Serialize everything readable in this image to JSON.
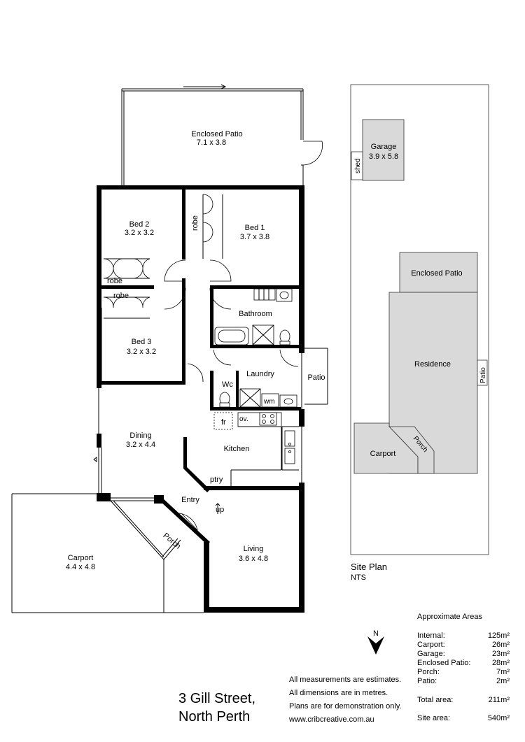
{
  "rooms": {
    "enclosed_patio": {
      "name": "Enclosed Patio",
      "dims": "7.1 x 3.8"
    },
    "bed2": {
      "name": "Bed 2",
      "dims": "3.2 x 3.2"
    },
    "bed1": {
      "name": "Bed 1",
      "dims": "3.7 x 3.8"
    },
    "bed3": {
      "name": "Bed 3",
      "dims": "3.2 x 3.2"
    },
    "bathroom": {
      "name": "Bathroom"
    },
    "laundry": {
      "name": "Laundry"
    },
    "patio": {
      "name": "Patio"
    },
    "dining": {
      "name": "Dining",
      "dims": "3.2 x 4.4"
    },
    "kitchen": {
      "name": "Kitchen"
    },
    "entry": {
      "name": "Entry"
    },
    "living": {
      "name": "Living",
      "dims": "3.6 x 4.8"
    },
    "carport": {
      "name": "Carport",
      "dims": "4.4 x 4.8"
    },
    "porch": {
      "name": "Porch"
    }
  },
  "fixtures": {
    "robe": "robe",
    "wc": "Wc",
    "wm": "wm",
    "fr": "fr",
    "ov": "ov.",
    "ptry": "ptry",
    "up": "up"
  },
  "site_plan": {
    "garage": {
      "name": "Garage",
      "dims": "3.9 x 5.8"
    },
    "shed": "shed",
    "enclosed_patio": "Enclosed Patio",
    "residence": "Residence",
    "patio": "Patio",
    "carport": "Carport",
    "porch": "Porch",
    "title": "Site Plan",
    "scale": "NTS"
  },
  "north_label": "N",
  "areas": {
    "title": "Approximate Areas",
    "rows": [
      {
        "label": "Internal:",
        "value": "125m²"
      },
      {
        "label": "Carport:",
        "value": "26m²"
      },
      {
        "label": "Garage:",
        "value": "23m²"
      },
      {
        "label": "Enclosed Patio:",
        "value": "28m²"
      },
      {
        "label": "Porch:",
        "value": "7m²"
      },
      {
        "label": "Patio:",
        "value": "2m²"
      }
    ],
    "total": {
      "label": "Total area:",
      "value": "211m²"
    },
    "site": {
      "label": "Site area:",
      "value": "540m²"
    }
  },
  "notes": [
    "All measurements are estimates.",
    "All dimensions are in metres.",
    "Plans are for demonstration only.",
    "www.cribcreative.com.au"
  ],
  "address": {
    "line1": "3 Gill Street,",
    "line2": "North Perth"
  }
}
